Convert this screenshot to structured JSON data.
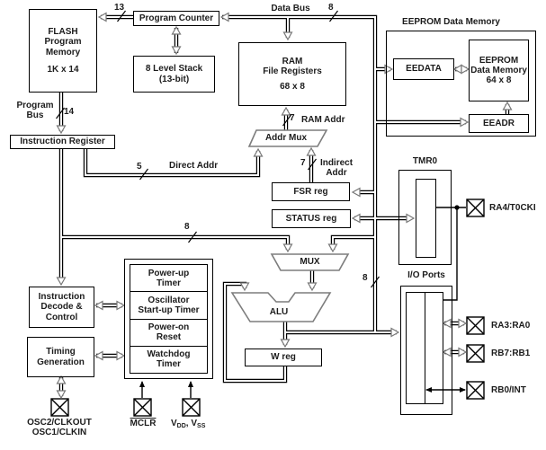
{
  "diagram": {
    "blocks": {
      "flash": {
        "label": "FLASH\nProgram\nMemory",
        "size": "1K x 14"
      },
      "program_counter": {
        "label": "Program Counter"
      },
      "stack": {
        "label": "8 Level Stack\n(13-bit)"
      },
      "ram": {
        "label": "RAM\nFile Registers",
        "size": "68 x 8"
      },
      "instruction_register": {
        "label": "Instruction Register"
      },
      "addr_mux": {
        "label": "Addr Mux"
      },
      "fsr": {
        "label": "FSR reg"
      },
      "status": {
        "label": "STATUS reg"
      },
      "mux": {
        "label": "MUX"
      },
      "alu": {
        "label": "ALU"
      },
      "w_reg": {
        "label": "W reg"
      },
      "instruction_decode": {
        "label": "Instruction\nDecode &\nControl"
      },
      "timing_generation": {
        "label": "Timing\nGeneration"
      },
      "timers": {
        "rows": [
          "Power-up\nTimer",
          "Oscillator\nStart-up Timer",
          "Power-on\nReset",
          "Watchdog\nTimer"
        ]
      },
      "eeprom_section": {
        "label": "EEPROM Data Memory"
      },
      "eedata": {
        "label": "EEDATA"
      },
      "eeprom_memory": {
        "label": "EEPROM\nData Memory\n64 x 8"
      },
      "eeadr": {
        "label": "EEADR"
      },
      "tmr0": {
        "label": "TMR0"
      },
      "io_ports": {
        "label": "I/O Ports"
      }
    },
    "bus_labels": {
      "data_bus": "Data Bus",
      "program_bus": "Program\nBus",
      "direct_addr": "Direct Addr",
      "ram_addr": "RAM Addr",
      "indirect_addr": "Indirect\nAddr",
      "w13": "13",
      "w14": "14",
      "w8_top": "8",
      "w8_ir": "8",
      "w8_alu": "8",
      "w5": "5",
      "w7_ram": "7",
      "w7_ind": "7"
    },
    "pins": {
      "osc": {
        "label": "OSC2/CLKOUT\nOSC1/CLKIN"
      },
      "mclr": {
        "label": "MCLR"
      },
      "power": {
        "v1": "V",
        "v1s": "DD",
        "sep": ", ",
        "v2": "V",
        "v2s": "SS"
      },
      "ra4": {
        "label": "RA4/T0CKI"
      },
      "ra3": {
        "label": "RA3:RA0"
      },
      "rb7": {
        "label": "RB7:RB1"
      },
      "rb0": {
        "label": "RB0/INT"
      }
    },
    "colors": {
      "line": "#000000",
      "shape_gray": "#7d7d7d",
      "background": "#ffffff",
      "text": "#1c1c1c"
    }
  }
}
